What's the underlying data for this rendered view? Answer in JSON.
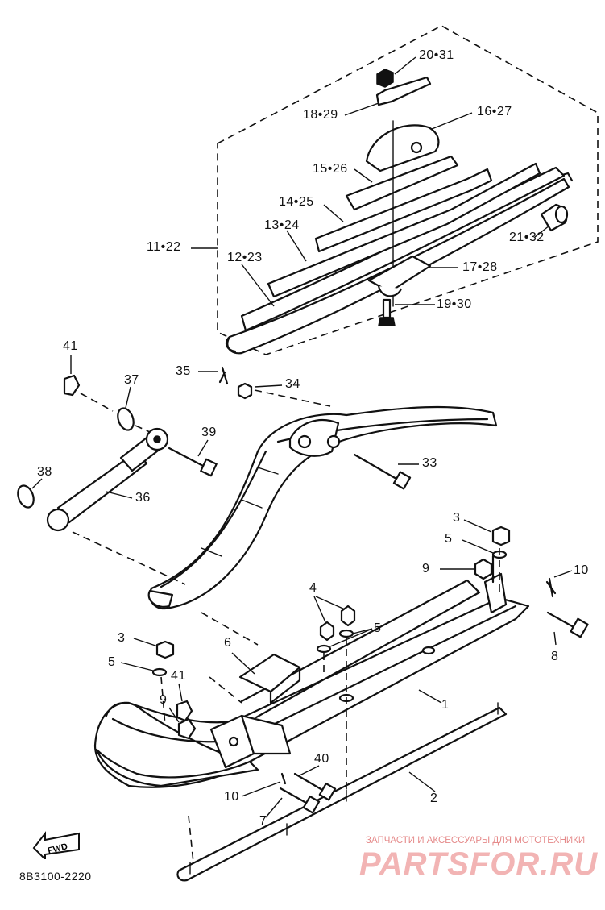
{
  "diagram": {
    "part_labels": [
      "20•31",
      "18•29",
      "16•27",
      "15•26",
      "14•25",
      "13•24",
      "11•22",
      "12•23",
      "21•32",
      "17•28",
      "19•30",
      "41",
      "37",
      "35",
      "34",
      "39",
      "33",
      "38",
      "36",
      "3",
      "5",
      "9",
      "10",
      "4",
      "5",
      "8",
      "3",
      "6",
      "5",
      "41",
      "9",
      "1",
      "40",
      "10",
      "7",
      "2"
    ],
    "reference_code": "8B3100-2220",
    "direction_marker": "FWD"
  },
  "watermark": {
    "line1": "ЗАПЧАСТИ И АКСЕССУАРЫ ДЛЯ МОТОТЕХНИКИ",
    "line2": "PARTSFOR.RU",
    "color": "#e58a8a"
  },
  "colors": {
    "ink": "#111111",
    "paper": "#ffffff"
  }
}
